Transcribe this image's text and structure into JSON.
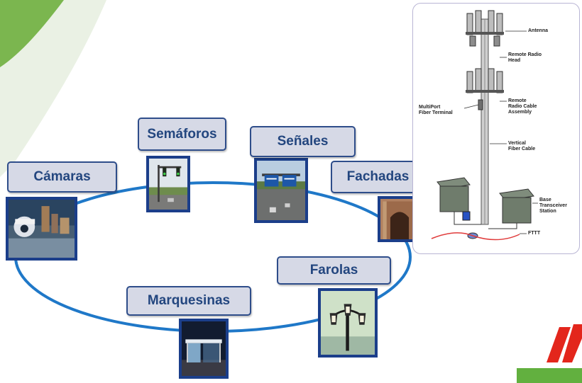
{
  "nodes": [
    {
      "id": "camaras",
      "label": "Cámaras"
    },
    {
      "id": "semaforos",
      "label": "Semáforos"
    },
    {
      "id": "senales",
      "label": "Señales"
    },
    {
      "id": "fachadas",
      "label": "Fachadas"
    },
    {
      "id": "farolas",
      "label": "Farolas"
    },
    {
      "id": "marquesinas",
      "label": "Marquesinas"
    }
  ],
  "tower_diagram": {
    "labels": {
      "antenna": "Antenna",
      "rrh": "Remote Radio\nHead",
      "rrca": "Remote\nRadio Cable\nAssembly",
      "multiport": "MultiPort\nFiber Terminal",
      "vertical": "Vertical\nFiber Cable",
      "bts": "Base\nTransceiver\nStation",
      "fttt": "FTTT"
    }
  },
  "colors": {
    "ring": "#1f78c8",
    "label_bg": "#d6d9e6",
    "label_text": "#23467f",
    "photo_border": "#1b3e8a",
    "logo_red": "#e3261c",
    "logo_green": "#62b03f"
  }
}
